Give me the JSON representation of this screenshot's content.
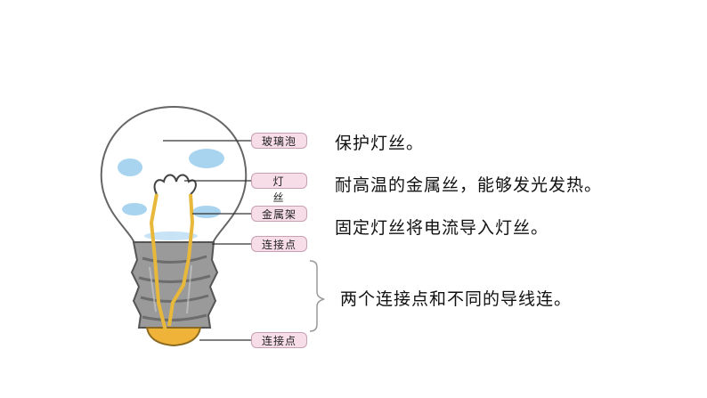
{
  "labels": {
    "glass_bulb": "玻璃泡",
    "filament": "灯 丝",
    "metal_support": "金属架",
    "contact_top": "连接点",
    "contact_bottom": "连接点"
  },
  "descriptions": {
    "glass_bulb": "保护灯丝。",
    "filament": "耐高温的金属丝，能够发光发热。",
    "metal_support": "固定灯丝将电流导入灯丝。",
    "contacts": "两个连接点和不同的导线连。"
  },
  "colors": {
    "tag_fill": "#f7dde8",
    "tag_border": "#c9a0b3",
    "bulb_highlight": "#a9d4ef",
    "wire": "#e8b83a",
    "base_gray": "#8a8a8a",
    "tip_gold": "#f0b33a"
  }
}
